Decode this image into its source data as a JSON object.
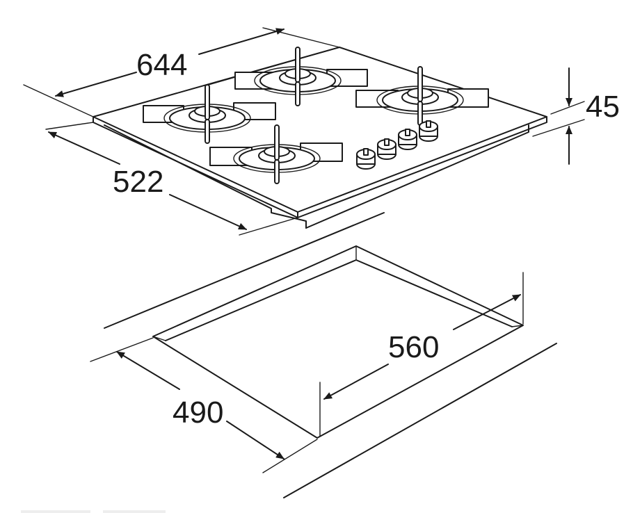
{
  "dimensions": {
    "hob_width": "644",
    "hob_depth": "522",
    "hob_height": "45",
    "cutout_width": "560",
    "cutout_depth": "490"
  },
  "colors": {
    "line": "#1a1a1a",
    "background": "#ffffff"
  }
}
